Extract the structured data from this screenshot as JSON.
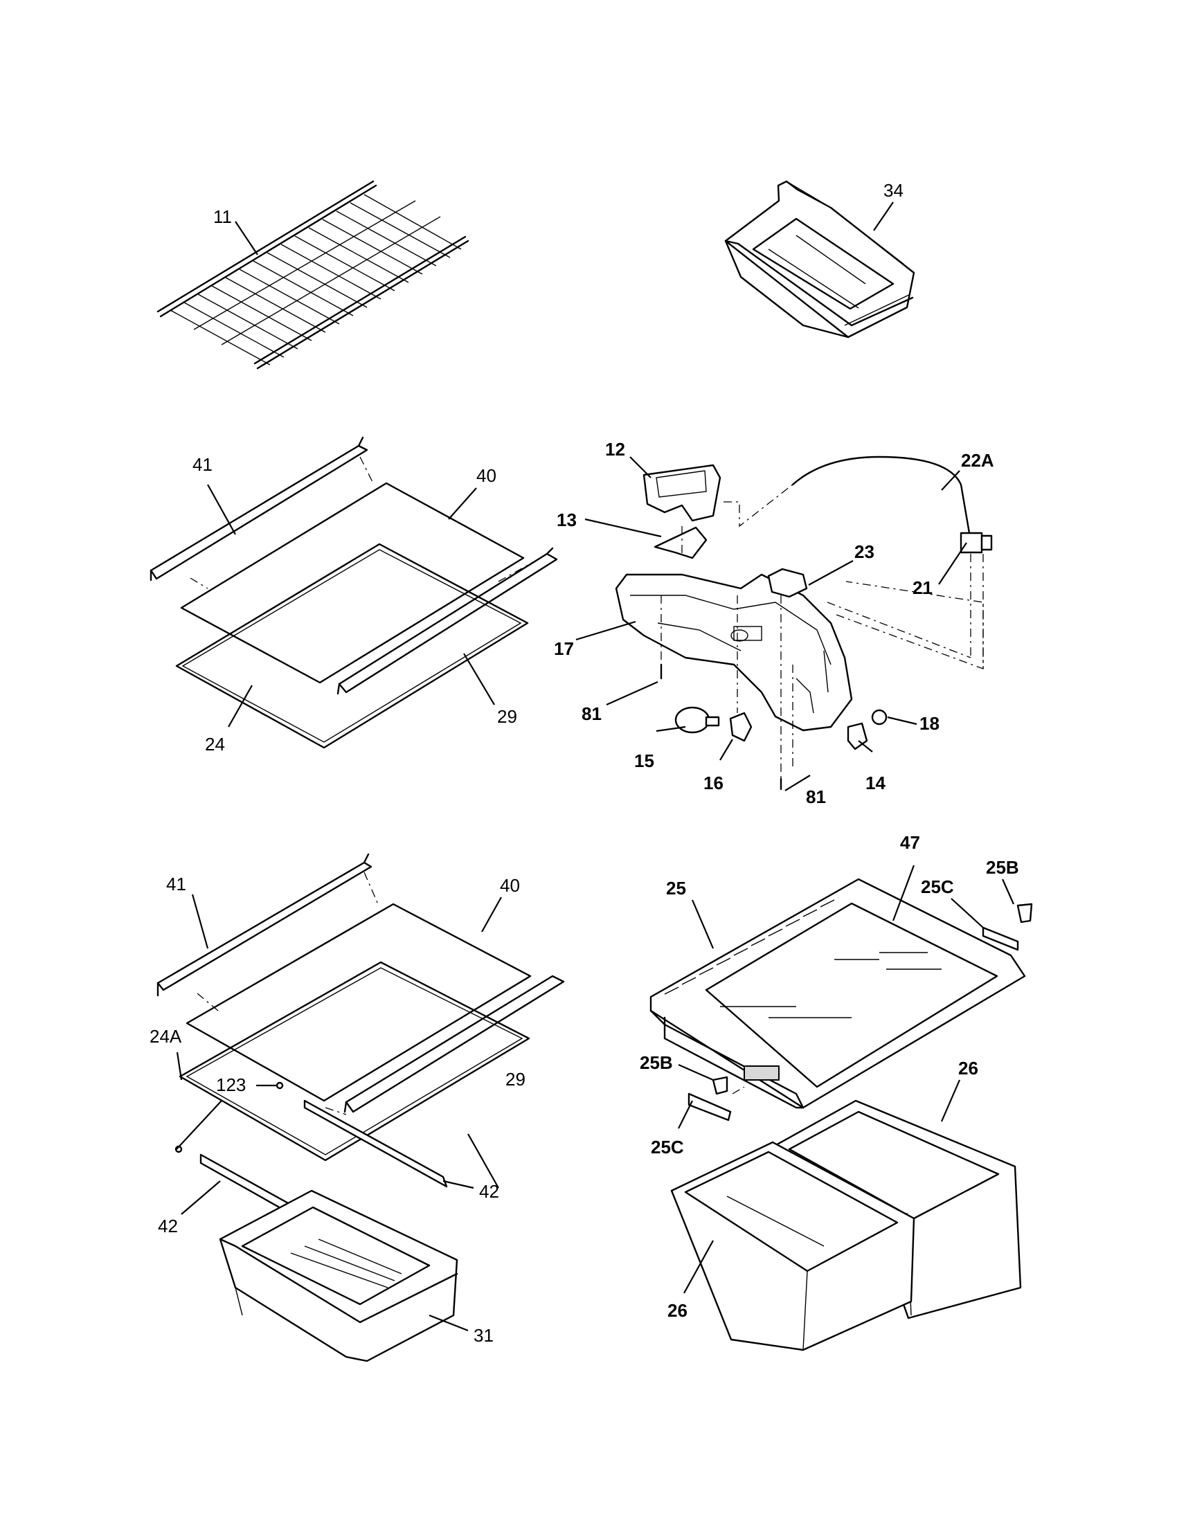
{
  "callouts": [
    {
      "id": "c11",
      "text": "11",
      "bold": false
    },
    {
      "id": "c34",
      "text": "34",
      "bold": false
    },
    {
      "id": "c41a",
      "text": "41",
      "bold": false
    },
    {
      "id": "c40a",
      "text": "40",
      "bold": false
    },
    {
      "id": "c29a",
      "text": "29",
      "bold": false
    },
    {
      "id": "c24",
      "text": "24",
      "bold": false
    },
    {
      "id": "c12",
      "text": "12",
      "bold": true
    },
    {
      "id": "c13",
      "text": "13",
      "bold": true
    },
    {
      "id": "c22A",
      "text": "22A",
      "bold": true
    },
    {
      "id": "c23",
      "text": "23",
      "bold": true
    },
    {
      "id": "c21",
      "text": "21",
      "bold": true
    },
    {
      "id": "c17",
      "text": "17",
      "bold": true
    },
    {
      "id": "c81a",
      "text": "81",
      "bold": true
    },
    {
      "id": "c15",
      "text": "15",
      "bold": true
    },
    {
      "id": "c16",
      "text": "16",
      "bold": true
    },
    {
      "id": "c81b",
      "text": "81",
      "bold": true
    },
    {
      "id": "c14",
      "text": "14",
      "bold": true
    },
    {
      "id": "c18",
      "text": "18",
      "bold": true
    },
    {
      "id": "c41b",
      "text": "41",
      "bold": false
    },
    {
      "id": "c40b",
      "text": "40",
      "bold": false
    },
    {
      "id": "c24A",
      "text": "24A",
      "bold": false
    },
    {
      "id": "c123",
      "text": "123",
      "bold": false
    },
    {
      "id": "c29b",
      "text": "29",
      "bold": false
    },
    {
      "id": "c42a",
      "text": "42",
      "bold": false
    },
    {
      "id": "c42b",
      "text": "42",
      "bold": false
    },
    {
      "id": "c31",
      "text": "31",
      "bold": false
    },
    {
      "id": "c47",
      "text": "47",
      "bold": true
    },
    {
      "id": "c25B",
      "text": "25B",
      "bold": true
    },
    {
      "id": "c25",
      "text": "25",
      "bold": true
    },
    {
      "id": "c25C",
      "text": "25C",
      "bold": true
    },
    {
      "id": "c25Bb",
      "text": "25B",
      "bold": true
    },
    {
      "id": "c25Cb",
      "text": "25C",
      "bold": true
    },
    {
      "id": "c26a",
      "text": "26",
      "bold": true
    },
    {
      "id": "c26b",
      "text": "26",
      "bold": true
    }
  ]
}
